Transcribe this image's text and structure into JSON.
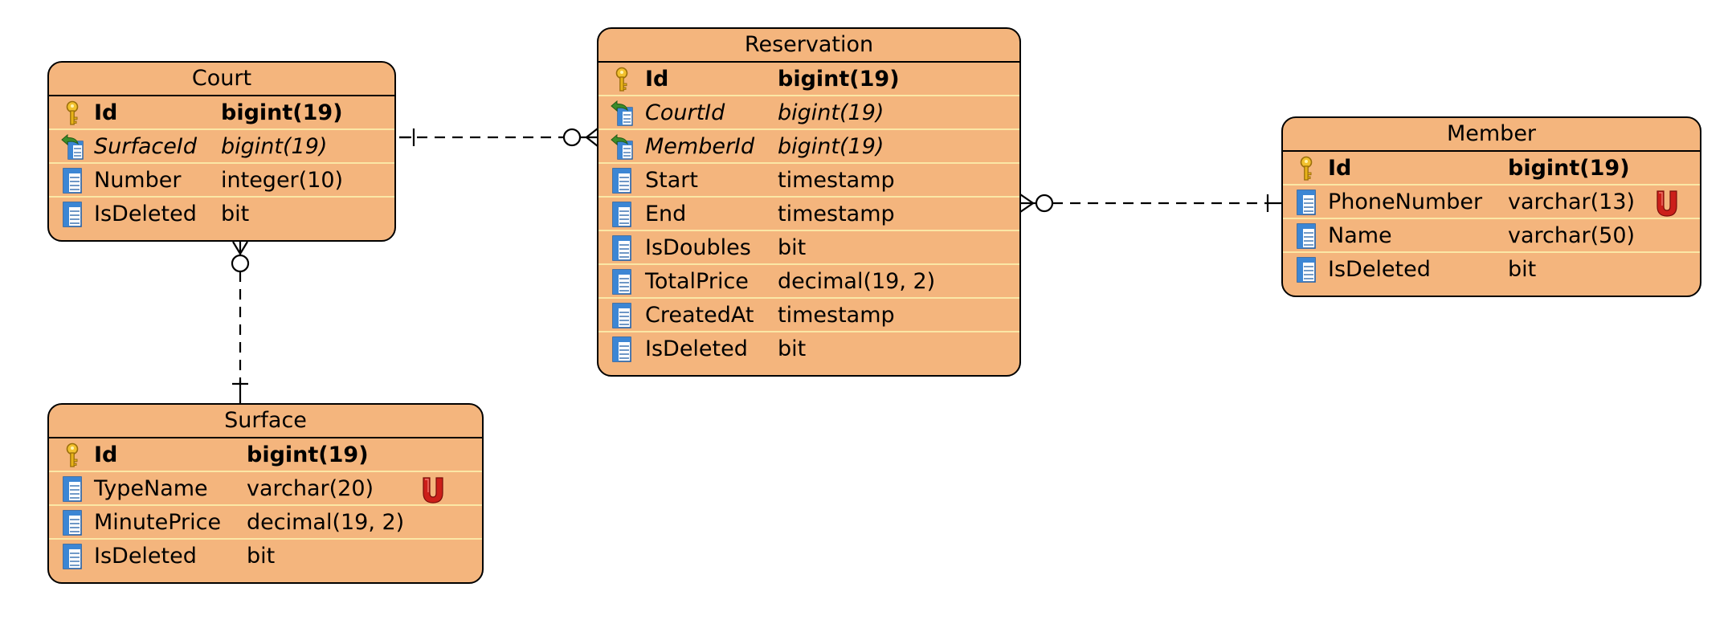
{
  "diagram": {
    "entities": {
      "court": {
        "title": "Court",
        "attributes": [
          {
            "name": "Id",
            "type": "bigint(19)",
            "kind": "pk",
            "icon": "primary-key-icon"
          },
          {
            "name": "SurfaceId",
            "type": "bigint(19)",
            "kind": "fk",
            "icon": "foreign-key-icon"
          },
          {
            "name": "Number",
            "type": "integer(10)",
            "kind": "col",
            "icon": "column-icon"
          },
          {
            "name": "IsDeleted",
            "type": "bit",
            "kind": "col",
            "icon": "column-icon"
          }
        ]
      },
      "surface": {
        "title": "Surface",
        "attributes": [
          {
            "name": "Id",
            "type": "bigint(19)",
            "kind": "pk",
            "icon": "primary-key-icon"
          },
          {
            "name": "TypeName",
            "type": "varchar(20)",
            "kind": "col",
            "icon": "column-icon",
            "unique": true,
            "unique_label": "U"
          },
          {
            "name": "MinutePrice",
            "type": "decimal(19, 2)",
            "kind": "col",
            "icon": "column-icon"
          },
          {
            "name": "IsDeleted",
            "type": "bit",
            "kind": "col",
            "icon": "column-icon"
          }
        ]
      },
      "reservation": {
        "title": "Reservation",
        "attributes": [
          {
            "name": "Id",
            "type": "bigint(19)",
            "kind": "pk",
            "icon": "primary-key-icon"
          },
          {
            "name": "CourtId",
            "type": "bigint(19)",
            "kind": "fk",
            "icon": "foreign-key-icon"
          },
          {
            "name": "MemberId",
            "type": "bigint(19)",
            "kind": "fk",
            "icon": "foreign-key-icon"
          },
          {
            "name": "Start",
            "type": "timestamp",
            "kind": "col",
            "icon": "column-icon"
          },
          {
            "name": "End",
            "type": "timestamp",
            "kind": "col",
            "icon": "column-icon"
          },
          {
            "name": "IsDoubles",
            "type": "bit",
            "kind": "col",
            "icon": "column-icon"
          },
          {
            "name": "TotalPrice",
            "type": "decimal(19, 2)",
            "kind": "col",
            "icon": "column-icon"
          },
          {
            "name": "CreatedAt",
            "type": "timestamp",
            "kind": "col",
            "icon": "column-icon"
          },
          {
            "name": "IsDeleted",
            "type": "bit",
            "kind": "col",
            "icon": "column-icon"
          }
        ]
      },
      "member": {
        "title": "Member",
        "attributes": [
          {
            "name": "Id",
            "type": "bigint(19)",
            "kind": "pk",
            "icon": "primary-key-icon"
          },
          {
            "name": "PhoneNumber",
            "type": "varchar(13)",
            "kind": "col",
            "icon": "column-icon",
            "unique": true,
            "unique_label": "U"
          },
          {
            "name": "Name",
            "type": "varchar(50)",
            "kind": "col",
            "icon": "column-icon"
          },
          {
            "name": "IsDeleted",
            "type": "bit",
            "kind": "col",
            "icon": "column-icon"
          }
        ]
      }
    },
    "relationships": [
      {
        "from": "court",
        "to": "reservation",
        "from_cardinality": "one",
        "to_cardinality": "zero-or-many"
      },
      {
        "from": "member",
        "to": "reservation",
        "from_cardinality": "one",
        "to_cardinality": "zero-or-many"
      },
      {
        "from": "surface",
        "to": "court",
        "from_cardinality": "one",
        "to_cardinality": "zero-or-many"
      }
    ],
    "colors": {
      "entity_fill": "#f4b57d",
      "row_separator": "#fbe7a6",
      "unique_badge": "#cc1f1a",
      "key_gold": "#e8b318",
      "column_blue": "#1f6fbf",
      "fk_arrow_green": "#3b8c2a"
    }
  }
}
